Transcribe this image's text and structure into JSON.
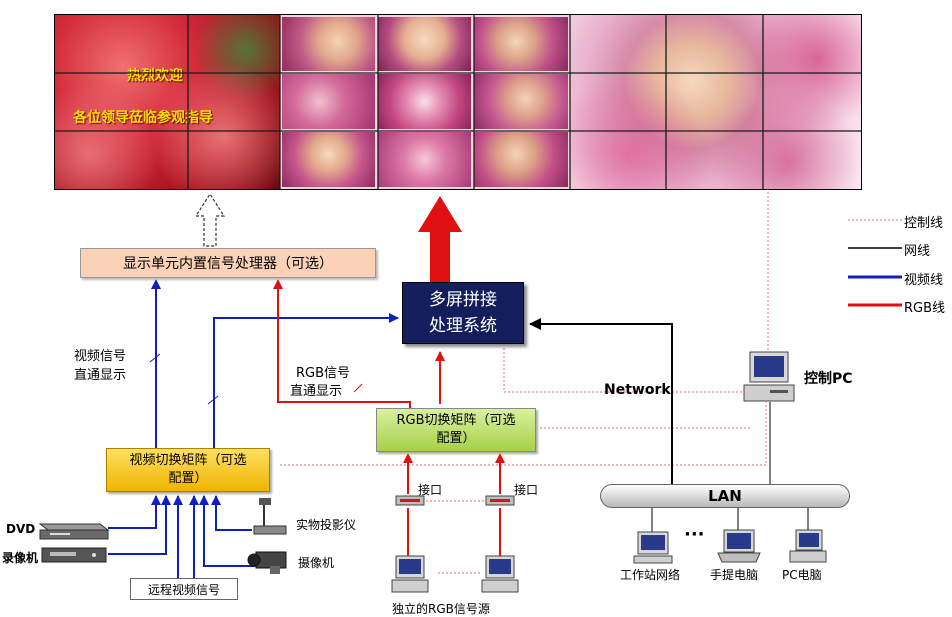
{
  "wall": {
    "welcome_line1": "热烈欢迎",
    "welcome_line2": "各位领导莅临参观指导"
  },
  "legend": {
    "control_line": "控制线",
    "network_line": "网线",
    "video_line": "视频线",
    "rgb_line": "RGB线",
    "colors": {
      "control": "#e06060",
      "network": "#000000",
      "video": "#1020c0",
      "rgb": "#e01010"
    }
  },
  "nodes": {
    "builtin_processor": "显示单元内置信号处理器（可选）",
    "splice_system_line1": "多屏拼接",
    "splice_system_line2": "处理系统",
    "rgb_matrix_line1": "RGB切换矩阵（可选",
    "rgb_matrix_line2": "配置）",
    "video_matrix_line1": "视频切换矩阵（可选",
    "video_matrix_line2": "配置）",
    "control_pc": "控制PC",
    "lan": "LAN",
    "network": "Network",
    "remote_video": "远程视频信号"
  },
  "labels": {
    "video_direct_1": "视频信号",
    "video_direct_2": "直通显示",
    "rgb_direct_1": "RGB信号",
    "rgb_direct_2": "直通显示",
    "interface_1": "接口",
    "interface_2": "接口",
    "rgb_sources": "独立的RGB信号源",
    "dvd": "DVD",
    "vcr": "录像机",
    "document_camera": "实物投影仪",
    "camcorder": "摄像机",
    "workstation": "工作站网络",
    "laptop": "手提电脑",
    "pc": "PC电脑",
    "ellipsis": "···"
  }
}
